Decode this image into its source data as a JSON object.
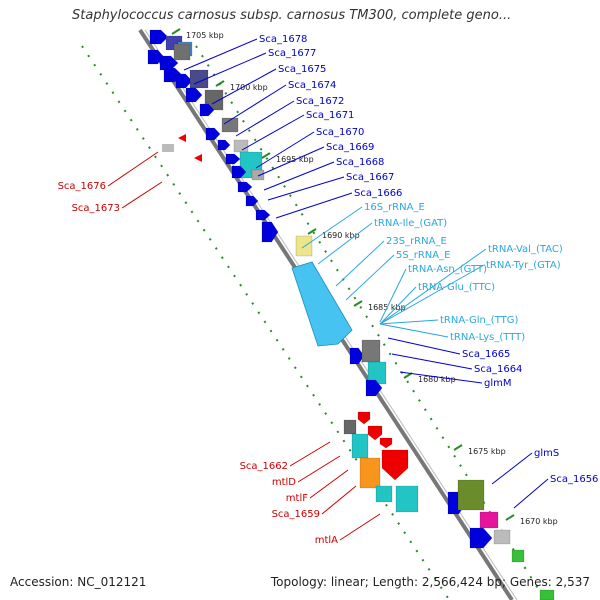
{
  "title": "Staphylococcus carnosus subsp. carnosus TM300, complete geno...",
  "footer": {
    "accession": "Accession: NC_012121",
    "stats": "Topology: linear; Length: 2,566,424 bp; Genes: 2,537"
  },
  "colors": {
    "backbone": "#777777",
    "cds_forward": "#0000dd",
    "cds_reverse": "#ee0000",
    "rrna": "#46c3f0",
    "trna": "#46c3f0",
    "label_blue": "#0000cc",
    "label_red": "#cc0000",
    "label_cyan": "#2aa8dd",
    "tick": "#2a8a2a"
  },
  "kbp_marks": [
    "1705 kbp",
    "1700 kbp",
    "1695 kbp",
    "1690 kbp",
    "1685 kbp",
    "1680 kbp",
    "1675 kbp",
    "1670 kbp"
  ],
  "labels_right": [
    {
      "text": "Sca_1678",
      "type": "cds"
    },
    {
      "text": "Sca_1677",
      "type": "cds"
    },
    {
      "text": "Sca_1675",
      "type": "cds"
    },
    {
      "text": "Sca_1674",
      "type": "cds"
    },
    {
      "text": "Sca_1672",
      "type": "cds"
    },
    {
      "text": "Sca_1671",
      "type": "cds"
    },
    {
      "text": "Sca_1670",
      "type": "cds"
    },
    {
      "text": "Sca_1669",
      "type": "cds"
    },
    {
      "text": "Sca_1668",
      "type": "cds"
    },
    {
      "text": "Sca_1667",
      "type": "cds"
    },
    {
      "text": "Sca_1666",
      "type": "cds"
    },
    {
      "text": "16S_rRNA_E",
      "type": "rna"
    },
    {
      "text": "tRNA-Ile_(GAT)",
      "type": "rna"
    },
    {
      "text": "23S_rRNA_E",
      "type": "rna"
    },
    {
      "text": "5S_rRNA_E",
      "type": "rna"
    },
    {
      "text": "tRNA-Asn_(GTT)",
      "type": "rna"
    },
    {
      "text": "tRNA-Val_(TAC)",
      "type": "rna"
    },
    {
      "text": "tRNA-Tyr_(GTA)",
      "type": "rna"
    },
    {
      "text": "tRNA-Glu_(TTC)",
      "type": "rna"
    },
    {
      "text": "tRNA-Gln_(TTG)",
      "type": "rna"
    },
    {
      "text": "tRNA-Lys_(TTT)",
      "type": "rna"
    },
    {
      "text": "Sca_1665",
      "type": "cds"
    },
    {
      "text": "Sca_1664",
      "type": "cds"
    },
    {
      "text": "glmM",
      "type": "cds"
    },
    {
      "text": "glmS",
      "type": "cds"
    },
    {
      "text": "Sca_1656",
      "type": "cds"
    }
  ],
  "labels_left": [
    {
      "text": "Sca_1676",
      "type": "cds"
    },
    {
      "text": "Sca_1673",
      "type": "cds"
    },
    {
      "text": "Sca_1662",
      "type": "cds"
    },
    {
      "text": "mtlD",
      "type": "cds"
    },
    {
      "text": "mtlF",
      "type": "cds"
    },
    {
      "text": "Sca_1659",
      "type": "cds"
    },
    {
      "text": "mtlA",
      "type": "cds"
    }
  ]
}
